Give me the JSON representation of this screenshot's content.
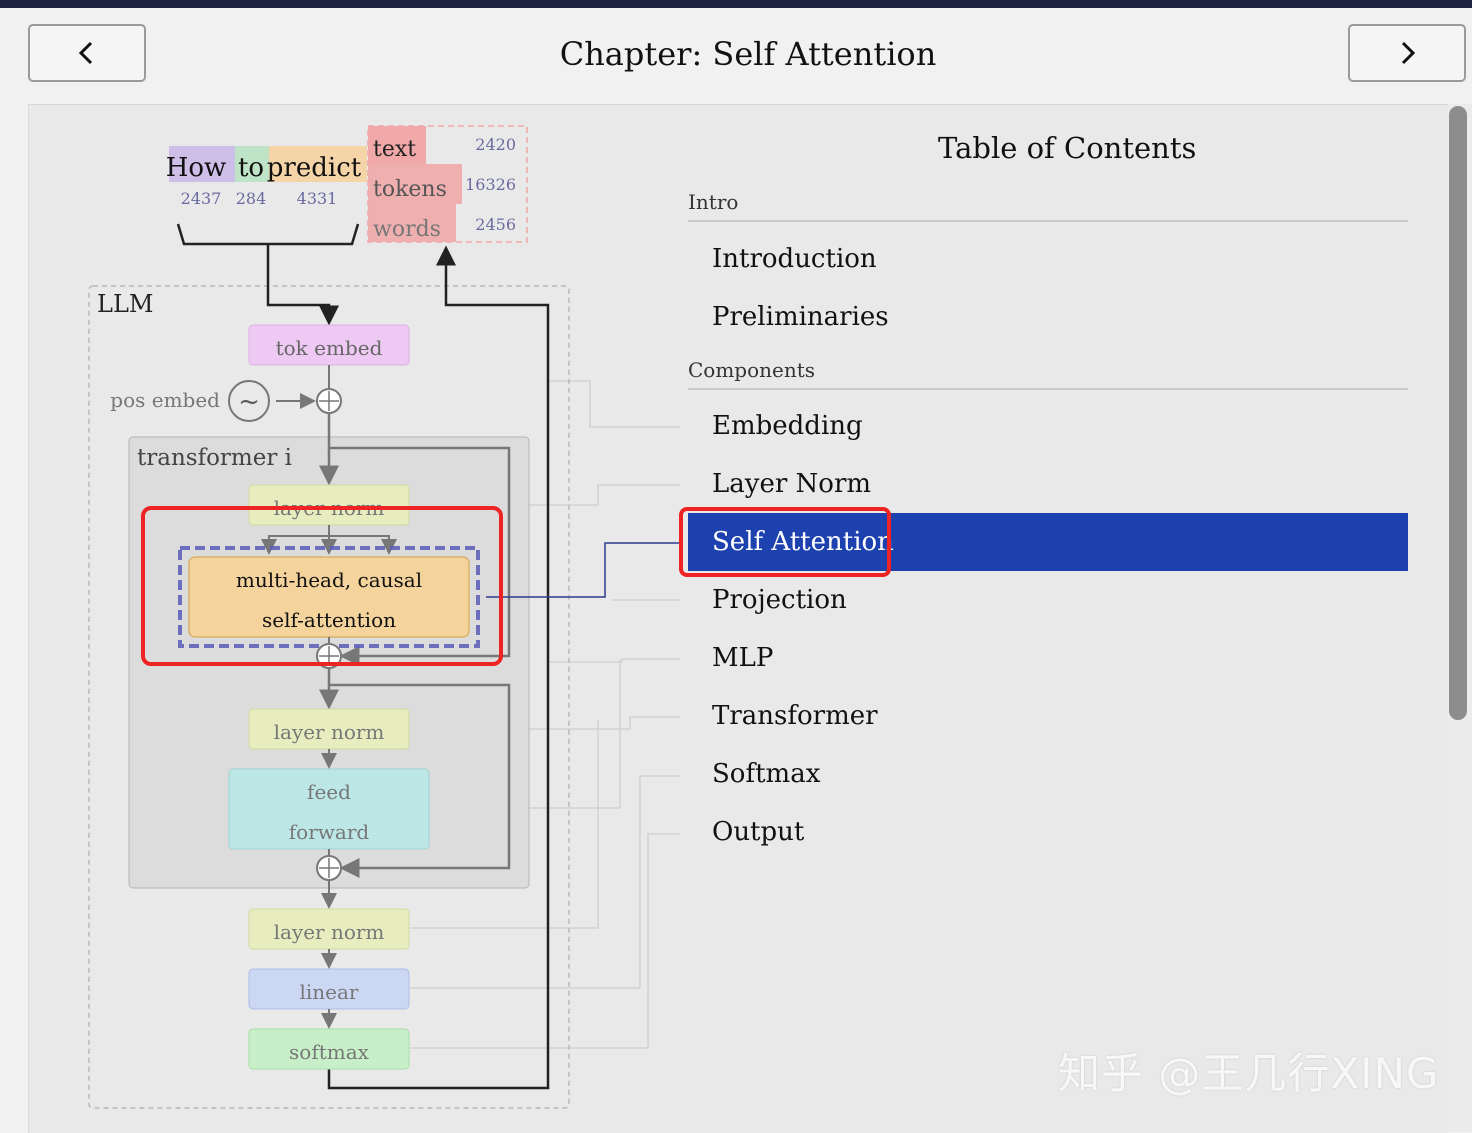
{
  "header": {
    "title": "Chapter: Self Attention",
    "prev_icon": "chevron-left-icon",
    "next_icon": "chevron-right-icon"
  },
  "diagram": {
    "input_tokens": [
      {
        "text": "How",
        "id": "2437",
        "color": "#cdbfe8"
      },
      {
        "text": "to",
        "id": "284",
        "color": "#bfe3c6"
      },
      {
        "text": "predict",
        "id": "4331",
        "color": "#f5d5a8"
      }
    ],
    "output_tokens": [
      {
        "text": "text",
        "id": "2420"
      },
      {
        "text": "tokens",
        "id": "16326"
      },
      {
        "text": "words",
        "id": "2456"
      }
    ],
    "llm_label": "LLM",
    "pos_embed_label": "pos embed",
    "transformer_label": "transformer i",
    "blocks": {
      "tok_embed": "tok embed",
      "layer_norm_1": "layer norm",
      "attention_line1": "multi-head, causal",
      "attention_line2": "self-attention",
      "layer_norm_2": "layer norm",
      "feed_line1": "feed",
      "feed_line2": "forward",
      "layer_norm_3": "layer norm",
      "linear": "linear",
      "softmax": "softmax"
    },
    "colors": {
      "tok_embed": "#eec9f3",
      "layer_norm": "#e8edbf",
      "attention": "#f4d39c",
      "feed_forward": "#bde6e6",
      "linear": "#cbd7f3",
      "softmax": "#c8f0c8",
      "output_tokens": "#f0a8a8",
      "highlight": "#ee2424",
      "active_accent": "#1d42b0"
    }
  },
  "toc": {
    "heading": "Table of Contents",
    "sections": [
      {
        "label": "Intro",
        "items": [
          "Introduction",
          "Preliminaries"
        ]
      },
      {
        "label": "Components",
        "items": [
          "Embedding",
          "Layer Norm",
          "Self Attention",
          "Projection",
          "MLP",
          "Transformer",
          "Softmax",
          "Output"
        ]
      }
    ],
    "active_item": "Self Attention"
  },
  "watermark": "知乎 @王几行XING"
}
